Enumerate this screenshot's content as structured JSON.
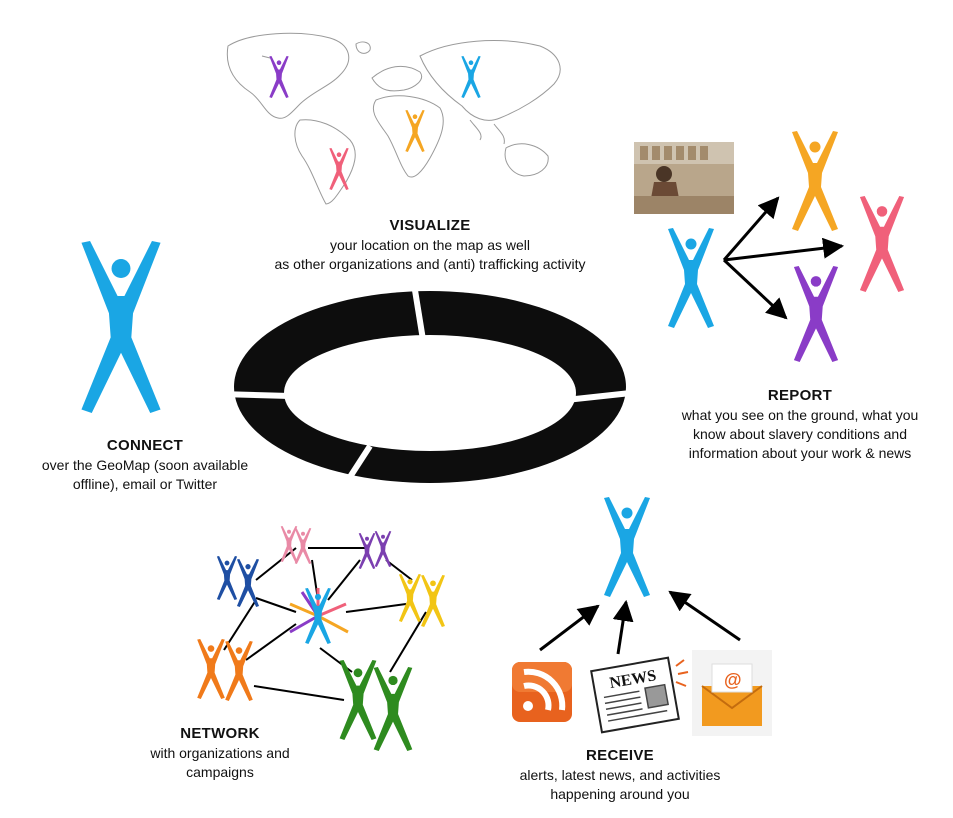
{
  "colors": {
    "blue": "#1aa6e4",
    "purple": "#8a3cc7",
    "orange": "#f5a623",
    "pink": "#f0607a",
    "ring": "#0d0d0d",
    "rss": "#e8621e",
    "email": "#f29a1f",
    "green": "#2e8b1f"
  },
  "steps": {
    "visualize": {
      "title": "VISUALIZE",
      "line1": "your location on the map as well",
      "line2": "as other organizations and (anti) trafficking activity"
    },
    "connect": {
      "title": "CONNECT",
      "line1": "over the GeoMap (soon available",
      "line2": "offline), email or Twitter"
    },
    "report": {
      "title": "REPORT",
      "line1": "what you see on the ground, what you",
      "line2": "know about slavery conditions and",
      "line3": "information about your work & news"
    },
    "network": {
      "title": "NETWORK",
      "line1": "with organizations and",
      "line2": "campaigns"
    },
    "receive": {
      "title": "RECEIVE",
      "line1": "alerts, latest news, and activities",
      "line2": "happening around you"
    }
  },
  "icons": {
    "news_banner": "NEWS",
    "email_symbol": "@"
  }
}
